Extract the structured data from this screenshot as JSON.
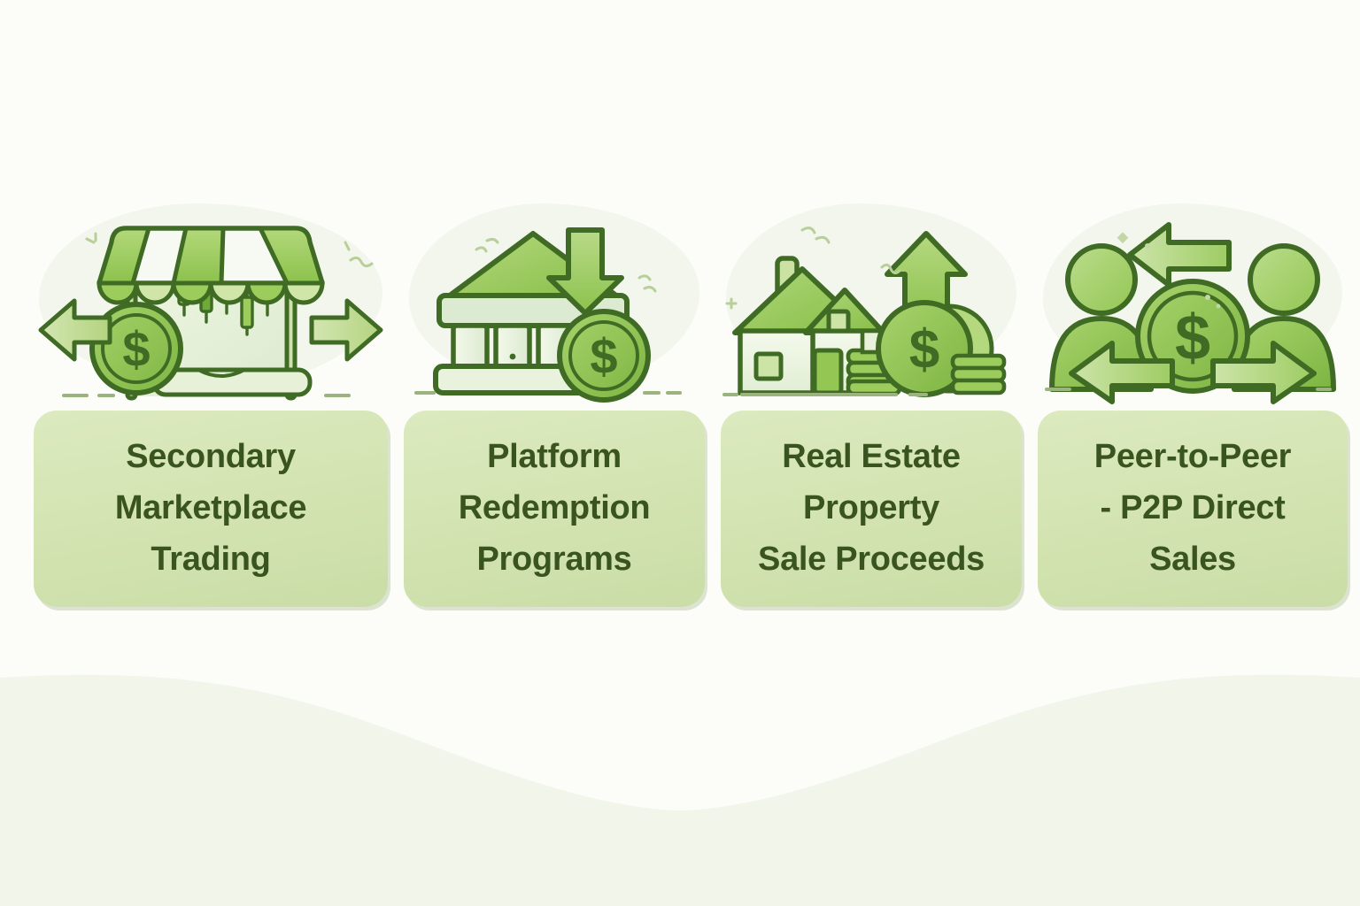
{
  "page": {
    "background_color": "#fcfdf9",
    "wave_color": "#f1f5ea",
    "card_background_color": "#d3e3b4",
    "card_text_color": "#3a5420",
    "icon_blob_color": "#f2f6ec",
    "icon_outline_color": "#3f6b24",
    "icon_green_mid": "#8fc552",
    "icon_green_light": "#c5dd9a",
    "icon_green_pale": "#e4efd0",
    "icon_white": "#f7faf3"
  },
  "cards": [
    {
      "id": "secondary-marketplace-trading",
      "label": "Secondary\nMarketplace\nTrading",
      "icon_name": "marketplace-stall-icon",
      "icon_elements": [
        "striped-awning",
        "candlestick-chart",
        "dollar-coin",
        "left-arrow",
        "right-arrow"
      ]
    },
    {
      "id": "platform-redemption-programs",
      "label": "Platform\nRedemption\nPrograms",
      "icon_name": "bank-redemption-icon",
      "icon_elements": [
        "bank-building",
        "columns",
        "down-arrow",
        "dollar-coin"
      ]
    },
    {
      "id": "real-estate-property-sale-proceeds",
      "label": "Real Estate\nProperty\nSale Proceeds",
      "icon_name": "house-sale-proceeds-icon",
      "icon_elements": [
        "house",
        "chimney",
        "coin-stacks",
        "dollar-coin",
        "up-arrow"
      ]
    },
    {
      "id": "peer-to-peer-p2p-direct-sales",
      "label": "Peer-to-Peer\n- P2P Direct\nSales",
      "icon_name": "peer-to-peer-exchange-icon",
      "icon_elements": [
        "person-left",
        "person-right",
        "dollar-coin",
        "left-arrow",
        "right-arrow"
      ]
    }
  ]
}
